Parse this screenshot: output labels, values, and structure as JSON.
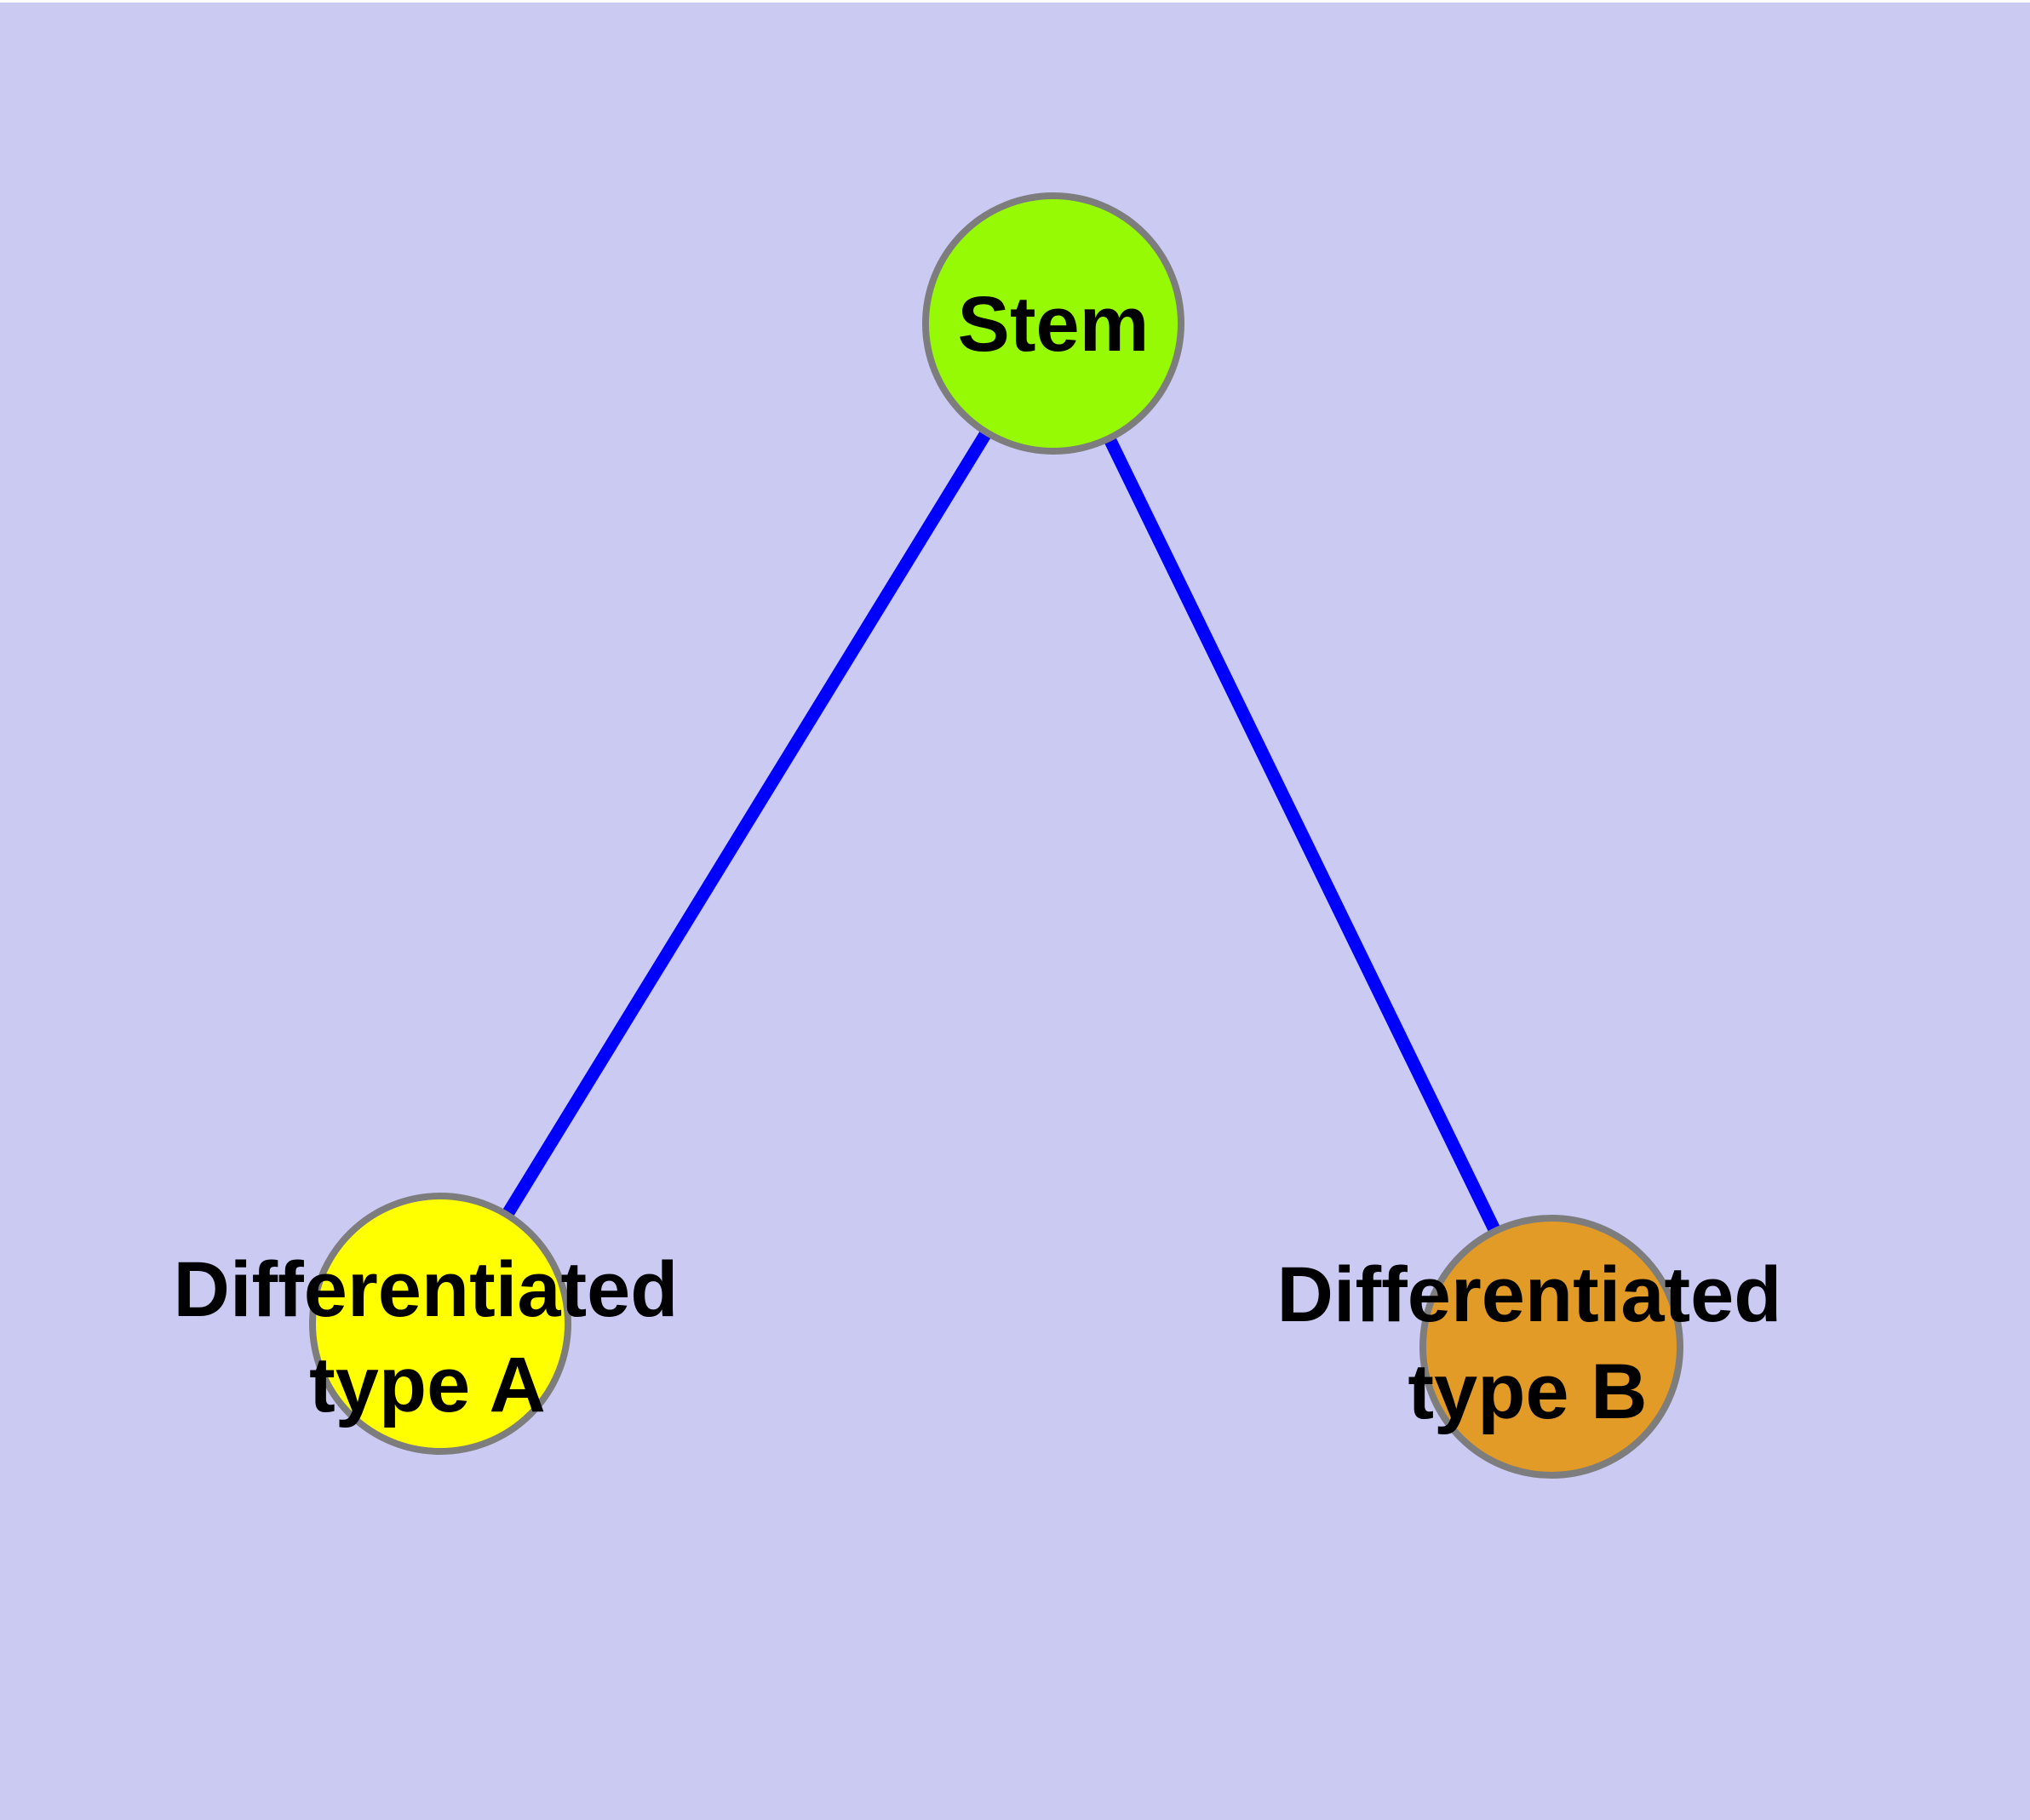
{
  "diagram": {
    "type": "graph",
    "background_color": "#cacaf3",
    "top_strip_color": "#ffffff",
    "edge_color": "#0000ff",
    "node_border_color": "#7d7d7d",
    "label_color": "#000000",
    "nodes": [
      {
        "id": "stem",
        "label": "Stem",
        "fill": "#97fa05"
      },
      {
        "id": "typeA",
        "label_line1": "Differentiated",
        "label_line2": "type A",
        "fill": "#ffff00"
      },
      {
        "id": "typeB",
        "label_line1": "Differentiated",
        "label_line2": "type B",
        "fill": "#e29b26"
      }
    ],
    "edges": [
      {
        "from": "stem",
        "to": "typeA"
      },
      {
        "from": "stem",
        "to": "typeB"
      }
    ]
  }
}
